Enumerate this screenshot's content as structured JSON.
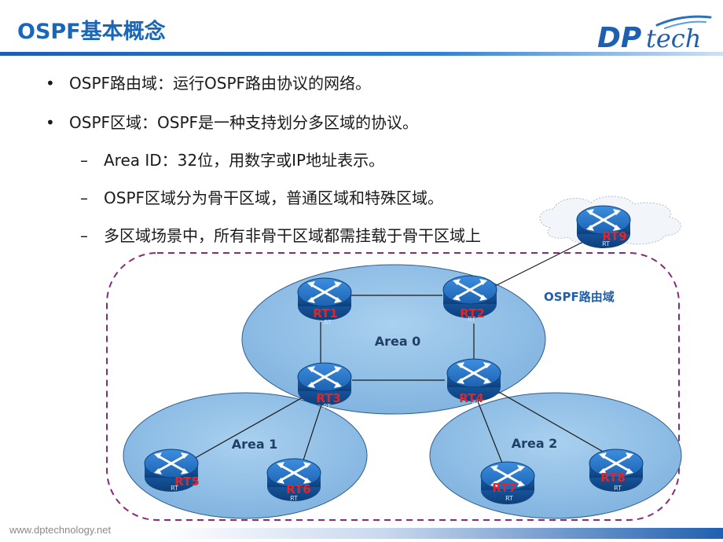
{
  "header": {
    "title": "OSPF基本概念",
    "logo_text_dp": "DP",
    "logo_text_tech": "tech"
  },
  "bullets": [
    {
      "marker": "•",
      "text": "OSPF路由域：运行OSPF路由协议的网络。",
      "level": 1
    },
    {
      "marker": "•",
      "text": "OSPF区域：OSPF是一种支持划分多区域的协议。",
      "level": 1
    },
    {
      "marker": "–",
      "text": "Area ID：32位，用数字或IP地址表示。",
      "level": 2
    },
    {
      "marker": "–",
      "text": "OSPF区域分为骨干区域，普通区域和特殊区域。",
      "level": 2
    },
    {
      "marker": "–",
      "text": "多区域场景中，所有非骨干区域都需挂载于骨干区域上",
      "level": 2
    }
  ],
  "diagram": {
    "domain_label": "OSPF路由域",
    "areas": [
      {
        "id": "area0",
        "label": "Area 0"
      },
      {
        "id": "area1",
        "label": "Area 1"
      },
      {
        "id": "area2",
        "label": "Area 2"
      }
    ],
    "routers": [
      {
        "id": "rt1",
        "label": "RT1",
        "sub": "RT"
      },
      {
        "id": "rt2",
        "label": "RT2",
        "sub": "RT"
      },
      {
        "id": "rt3",
        "label": "RT3",
        "sub": "RT"
      },
      {
        "id": "rt4",
        "label": "RT4",
        "sub": "RT"
      },
      {
        "id": "rt5",
        "label": "RT5",
        "sub": "RT"
      },
      {
        "id": "rt6",
        "label": "RT6",
        "sub": "RT"
      },
      {
        "id": "rt7",
        "label": "RT7",
        "sub": "RT"
      },
      {
        "id": "rt8",
        "label": "RT8",
        "sub": "RT"
      },
      {
        "id": "rt9",
        "label": "RT9",
        "sub": "RT"
      }
    ],
    "links": [
      [
        "rt1",
        "rt2"
      ],
      [
        "rt1",
        "rt3"
      ],
      [
        "rt2",
        "rt4"
      ],
      [
        "rt3",
        "rt4"
      ],
      [
        "rt3",
        "rt5"
      ],
      [
        "rt3",
        "rt6"
      ],
      [
        "rt4",
        "rt7"
      ],
      [
        "rt4",
        "rt8"
      ],
      [
        "rt2",
        "rt9"
      ]
    ],
    "colors": {
      "area_fill": "#8fbfe6",
      "area_stroke": "#2e5d8c",
      "domain_border": "#8b2a7a",
      "router_body": "#1f6fc2",
      "router_label": "#e0262a",
      "domain_label": "#1f5ea8"
    }
  },
  "footer": {
    "url": "www.dptechnology.net"
  }
}
